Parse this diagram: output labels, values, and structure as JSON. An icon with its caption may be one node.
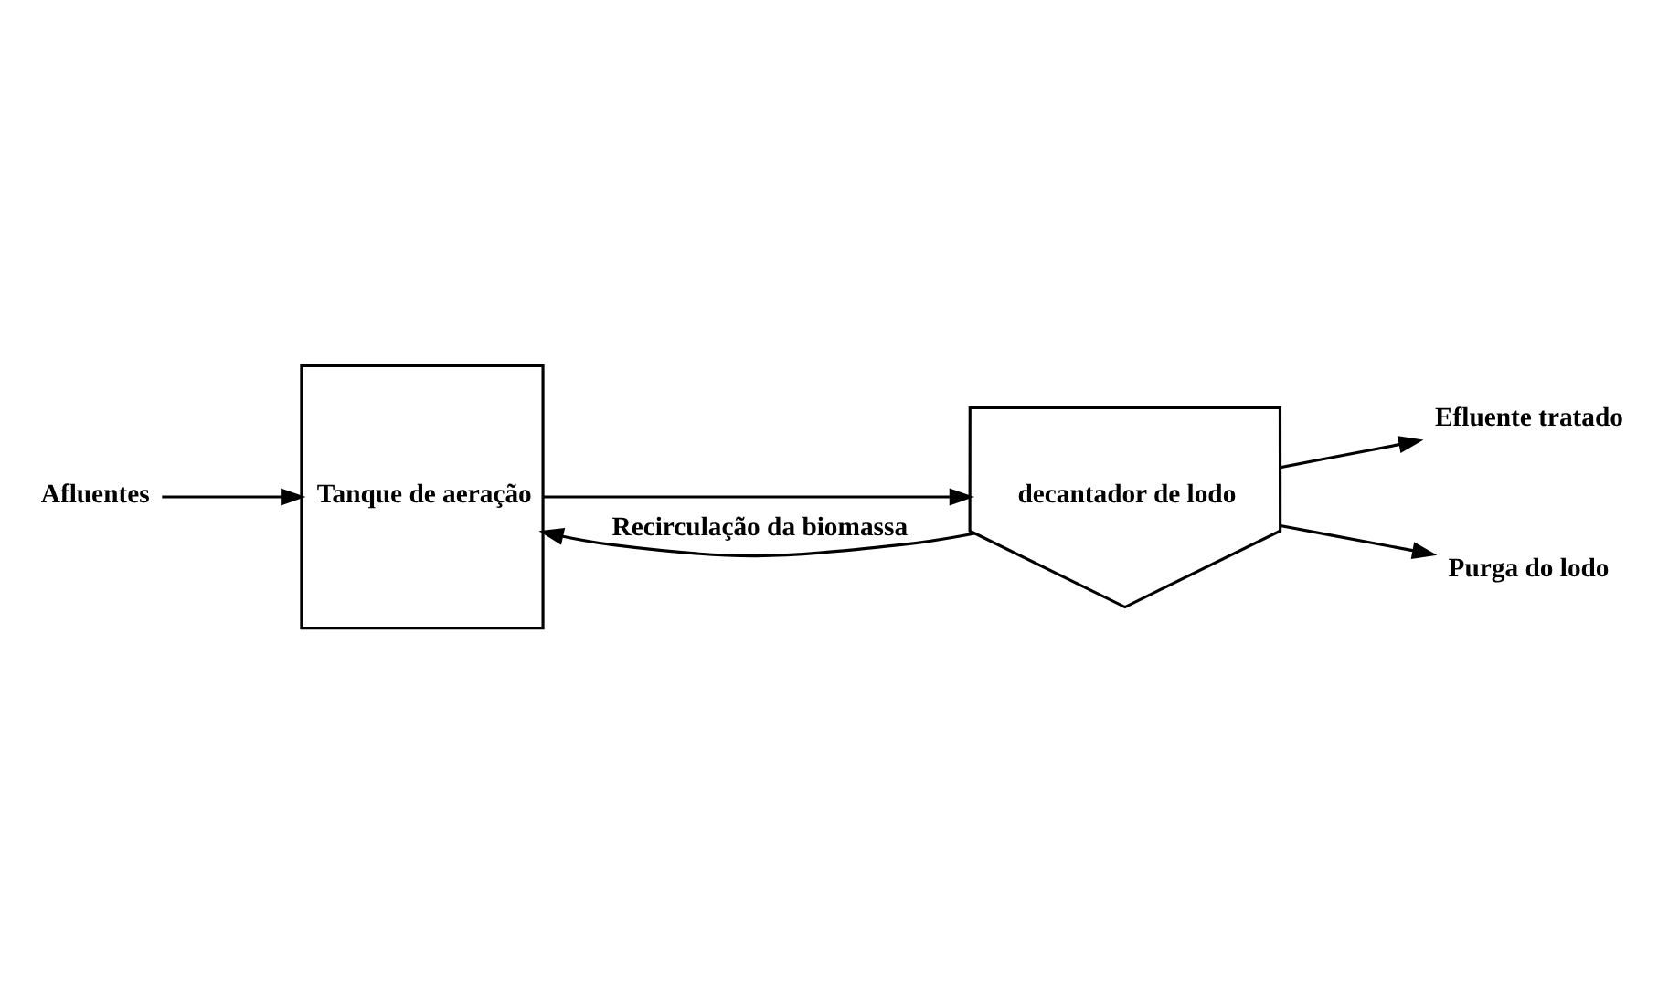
{
  "diagram": {
    "nodes": [
      {
        "text": [
          "Afluentes"
        ]
      },
      {
        "text": [
          "Tanque de aeração"
        ]
      },
      {
        "text": [
          "decantador de lodo"
        ]
      },
      {
        "text": [
          "Efluente tratado"
        ]
      },
      {
        "text": [
          "Purga do lodo"
        ]
      }
    ],
    "edges": [
      {
        "from": 0,
        "to": 1,
        "arrow": "to"
      },
      {
        "from": 1,
        "to": 2,
        "arrow": "to"
      },
      {
        "from": 2,
        "to": 3,
        "arrow": "to"
      },
      {
        "from": 2,
        "to": 1,
        "arrow": "to",
        "label": "Recirculação da biomassa"
      },
      {
        "from": 2,
        "to": 4,
        "arrow": "to"
      }
    ]
  }
}
